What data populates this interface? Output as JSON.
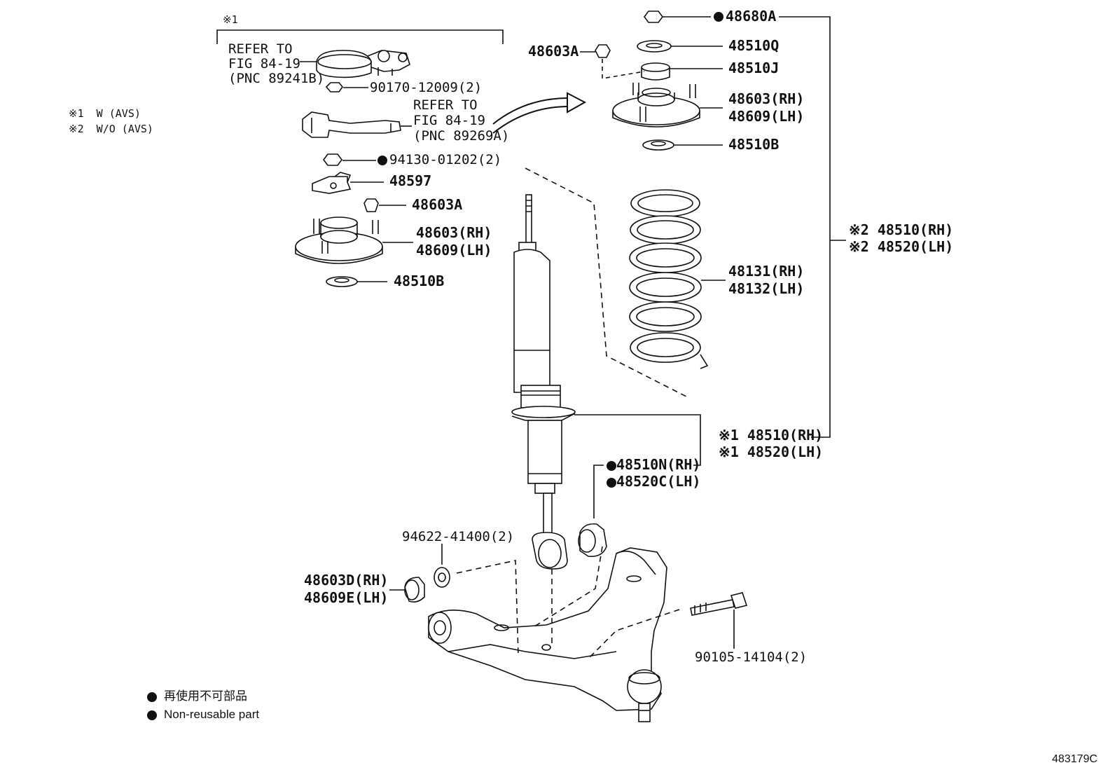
{
  "scope_marks": {
    "w1_marker": "※1"
  },
  "notes": {
    "note1": "※1  W (AVS)",
    "note2": "※2  W/O (AVS)"
  },
  "labels": {
    "refer1": [
      "REFER TO",
      "FIG 84-19",
      "(PNC 89241B)"
    ],
    "refer2": [
      "REFER TO",
      "FIG 84-19",
      "(PNC 89269A)"
    ],
    "p90170": "90170-12009(2)",
    "p94130": "94130-01202(2)",
    "p48597": "48597",
    "p48603A_left": "48603A",
    "p48603_left": "48603(RH)",
    "p48609_left": "48609(LH)",
    "p48510B_left": "48510B",
    "p48680A": "48680A",
    "p48603A_right": "48603A",
    "p48510Q": "48510Q",
    "p48510J": "48510J",
    "p48603_right": "48603(RH)",
    "p48609_right": "48609(LH)",
    "p48510B_right": "48510B",
    "p48510_w2": "※2 48510(RH)",
    "p48520_w2": "※2 48520(LH)",
    "p48131": "48131(RH)",
    "p48132": "48132(LH)",
    "p48510_w1": "※1 48510(RH)",
    "p48520_w1": "※1 48520(LH)",
    "p48510N": "48510N(RH)",
    "p48520C": "48520C(LH)",
    "p94622": "94622-41400(2)",
    "p48603D": "48603D(RH)",
    "p48609E": "48609E(LH)",
    "p90105": "90105-14104(2)"
  },
  "legend": {
    "jp": "再使用不可部品",
    "en": "Non-reusable part"
  },
  "figure_id": "483179C"
}
